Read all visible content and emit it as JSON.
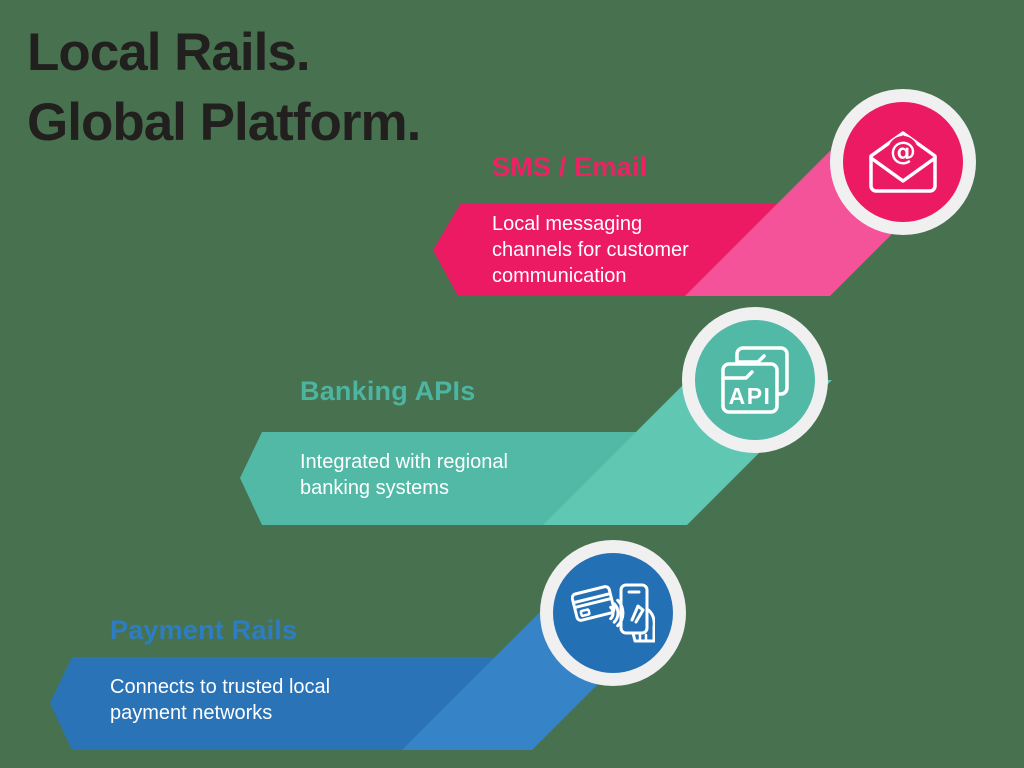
{
  "title": {
    "line1": "Local Rails.",
    "line2": "Global Platform."
  },
  "background_color": "#48714F",
  "title_color": "#221F1F",
  "tiers": [
    {
      "id": "sms-email",
      "label": "SMS / Email",
      "description": "Local messaging\nchannels for customer\ncommunication",
      "icon": "email-at-icon",
      "colors": {
        "label": "#ED2164",
        "banner": "#EC1A62",
        "band": "#F4539A",
        "circle": "#EC1A62",
        "ring": "#F0F0F0",
        "text": "#FFFFFF"
      }
    },
    {
      "id": "banking-apis",
      "label": "Banking APIs",
      "description": "Integrated with regional\nbanking systems",
      "icon": "api-windows-icon",
      "colors": {
        "label": "#4CB5A2",
        "banner": "#52B9A6",
        "band": "#60C7B3",
        "circle": "#52B9A6",
        "ring": "#F0F0F0",
        "text": "#FFFFFF"
      }
    },
    {
      "id": "payment-rails",
      "label": "Payment Rails",
      "description": "Connects to trusted local\npayment networks",
      "icon": "contactless-payment-icon",
      "colors": {
        "label": "#2C7DC3",
        "banner": "#2A73B6",
        "band": "#3684C7",
        "circle": "#2470B4",
        "ring": "#F0F0F0",
        "text": "#FFFFFF"
      }
    }
  ]
}
